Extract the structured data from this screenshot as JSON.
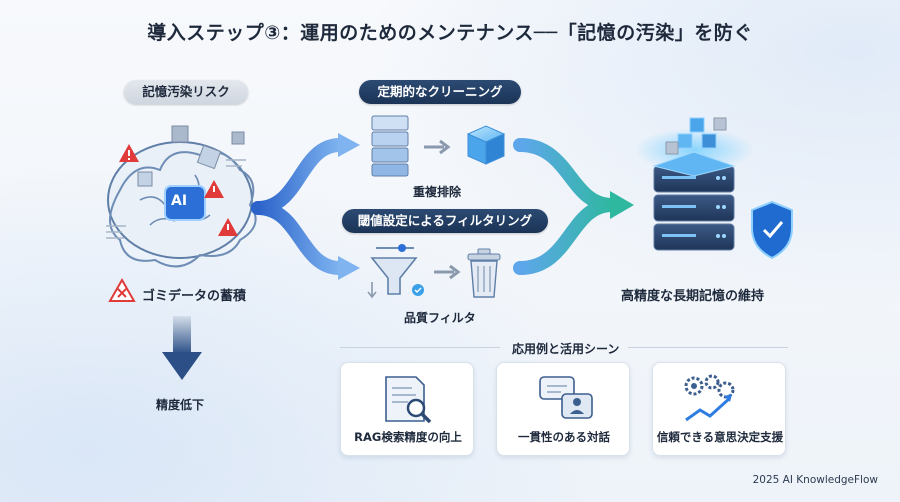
{
  "title": "導入ステップ③：運用のためのメンテナンス──「記憶の汚染」を防ぐ",
  "left": {
    "risk_label": "記憶汚染リスク",
    "brain_text": "AI",
    "garbage_label": "ゴミデータの蓄積",
    "drop_label": "精度低下"
  },
  "middle": {
    "cleaning_label": "定期的なクリーニング",
    "dedup_label": "重複排除",
    "threshold_label": "閾値設定によるフィルタリング",
    "quality_filter_label": "品質フィルタ"
  },
  "right": {
    "result_label": "高精度な長期記憶の維持"
  },
  "use_cases": {
    "heading": "応用例と活用シーン",
    "items": [
      {
        "label": "RAG検索精度の向上",
        "icon": "document-search-icon"
      },
      {
        "label": "一貫性のある対話",
        "icon": "chat-bubbles-icon"
      },
      {
        "label": "信頼できる意思決定支援",
        "icon": "gears-trend-icon"
      }
    ]
  },
  "footer": "2025 AI KnowledgeFlow",
  "colors": {
    "navy": "#1b3456",
    "accent_blue": "#2f7de1",
    "teal": "#2fb8a0",
    "alert_red": "#e03a3a"
  }
}
